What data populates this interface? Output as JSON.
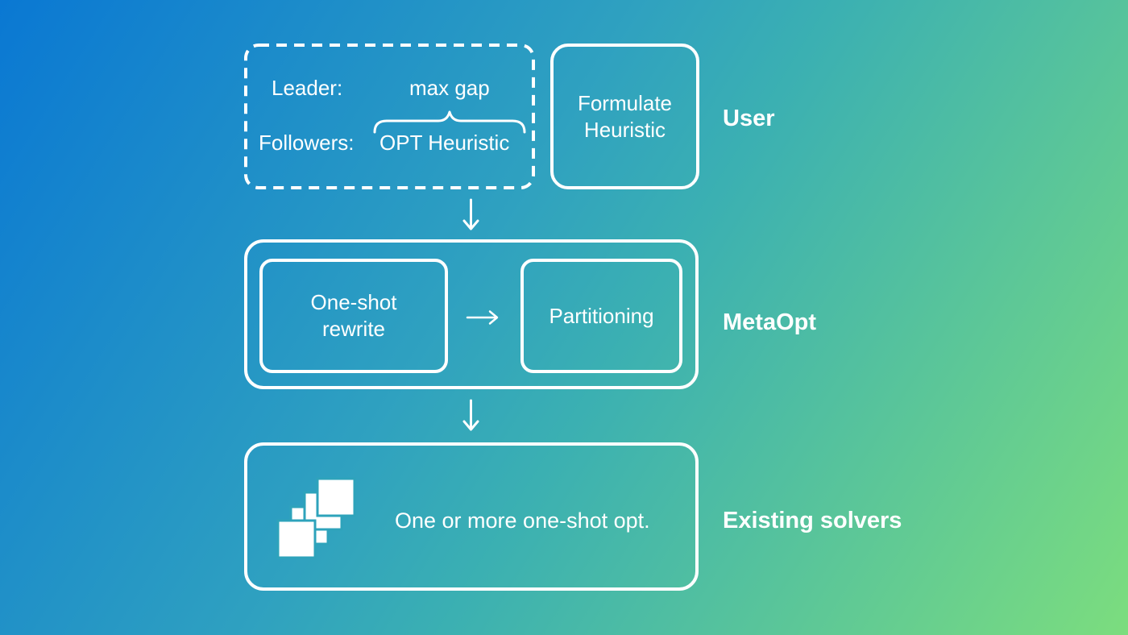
{
  "colors": {
    "background_gradient_start": "#0a78d3",
    "background_gradient_mid": "#35a9b8",
    "background_gradient_end": "#7cdd7e",
    "stroke_white": "#ffffff",
    "icon_gap_teal": "#2ea3bb"
  },
  "diagram": {
    "user_row": {
      "label": "User",
      "strategy_box": {
        "leader_label": "Leader:",
        "leader_value": "max gap",
        "followers_label": "Followers:",
        "followers_value": "OPT Heuristic"
      },
      "formulate_box": {
        "line1": "Formulate",
        "line2": "Heuristic"
      }
    },
    "metaopt_row": {
      "label": "MetaOpt",
      "one_shot_box": {
        "line1": "One-shot",
        "line2": "rewrite"
      },
      "partitioning_box": {
        "label": "Partitioning"
      }
    },
    "solvers_row": {
      "label": "Existing solvers",
      "box_label": "One or more one-shot opt."
    },
    "icons": {
      "stacked_squares": "stacked-squares-icon",
      "down_arrows": "down-arrow-icon",
      "right_arrow": "right-arrow-icon",
      "over_brace": "over-brace-icon"
    }
  }
}
